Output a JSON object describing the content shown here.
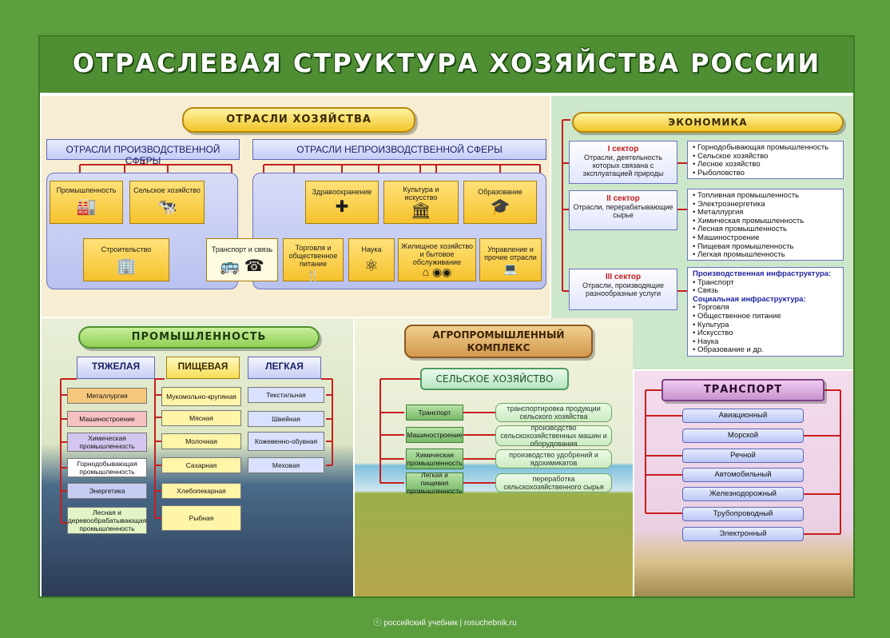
{
  "title": "ОТРАСЛЕВАЯ СТРУКТУРА ХОЗЯЙСТВА РОССИИ",
  "branches": {
    "header": "ОТРАСЛИ ХОЗЯЙСТВА",
    "production_header": "ОТРАСЛИ ПРОИЗВОДСТВЕННОЙ СФЕРЫ",
    "nonproduction_header": "ОТРАСЛИ НЕПРОИЗВОДСТВЕННОЙ СФЕРЫ",
    "industry": "Промышленность",
    "agriculture": "Сельское хозяйство",
    "construction": "Строительство",
    "transport": "Транспорт и связь",
    "health": "Здравоохранение",
    "culture": "Культура и искусство",
    "education": "Образование",
    "trade": "Торговля и общественное питание",
    "science": "Наука",
    "housing": "Жилищное хозяйство и бытовое обслуживание",
    "management": "Управление и прочие отрасли"
  },
  "economy": {
    "header": "ЭКОНОМИКА",
    "sector1_title": "I сектор",
    "sector1_desc": "Отрасли, деятельность которых связана с эксплуатацией природы",
    "sector1_items": [
      "Горнодобывающая промышленность",
      "Сельское хозяйство",
      "Лесное хозяйство",
      "Рыболовство"
    ],
    "sector2_title": "II сектор",
    "sector2_desc": "Отрасли, перерабатывающие сырье",
    "sector2_items": [
      "Топливная промышленность",
      "Электроэнергетика",
      "Металлургия",
      "Химическая промышленность",
      "Лесная промышленность",
      "Машиностроение",
      "Пищевая промышленность",
      "Легкая промышленность"
    ],
    "sector3_title": "III сектор",
    "sector3_desc": "Отрасли, производящие разнообразные услуги",
    "sector3_sub1": "Производственная инфраструктура:",
    "sector3_items1": [
      "Транспорт",
      "Связь"
    ],
    "sector3_sub2": "Социальная инфраструктура:",
    "sector3_items2": [
      "Торговля",
      "Общественное питание",
      "Культура",
      "Искусство",
      "Наука",
      "Образование и др."
    ]
  },
  "industry": {
    "header": "ПРОМЫШЛЕННОСТЬ",
    "heavy": "ТЯЖЕЛАЯ",
    "food": "ПИЩЕВАЯ",
    "light": "ЛЕГКАЯ",
    "heavy_items": [
      "Металлургия",
      "Машиностроение",
      "Химическая промышленность",
      "Горнодобывающая промышленность",
      "Энергетика",
      "Лесная и деревообрабатывающая промышленность"
    ],
    "food_items": [
      "Мукомольно-крупяная",
      "Мясная",
      "Молочная",
      "Сахарная",
      "Хлебопекарная",
      "Рыбная"
    ],
    "light_items": [
      "Текстильная",
      "Швейная",
      "Кожевенно-обувная",
      "Меховая"
    ]
  },
  "agro": {
    "header": "АГРОПРОМЫШЛЕННЫЙ КОМПЛЕКС",
    "agriculture": "СЕЛЬСКОЕ ХОЗЯЙСТВО",
    "left": [
      "Транспорт",
      "Машиностроение",
      "Химическая промышленность",
      "Легкая и пищевая промышленность"
    ],
    "right": [
      "транспортировка продукции сельского хозяйства",
      "производство сельскохозяйственных машин и оборудования",
      "производство удобрений и ядохимикатов",
      "переработка сельскохозяйственного сырья"
    ]
  },
  "transport": {
    "header": "ТРАНСПОРТ",
    "items": [
      "Авиационный",
      "Морской",
      "Речной",
      "Автомобильный",
      "Железнодорожный",
      "Трубопроводный",
      "Электронный"
    ]
  },
  "footer": {
    "brand": "российский учебник",
    "site": "rosuchebnik.ru"
  }
}
